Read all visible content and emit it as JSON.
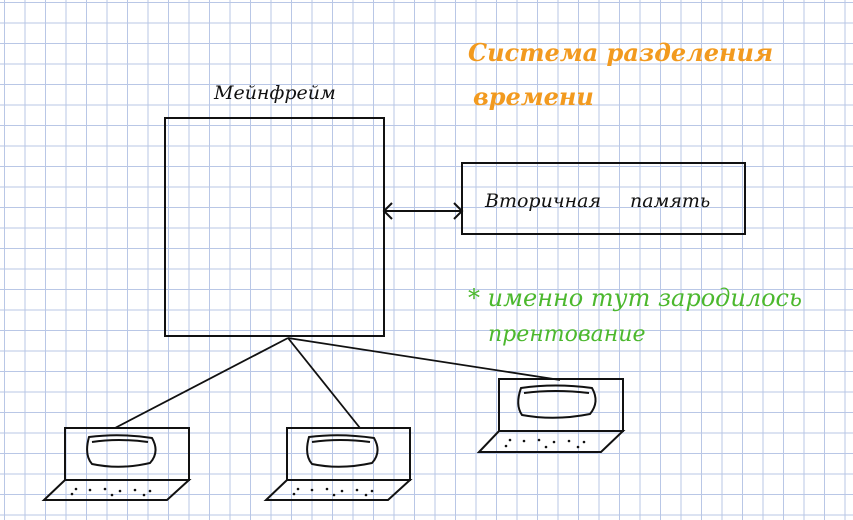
{
  "diagram": {
    "mainframe_label": "Мейнфрейм",
    "secondary_storage_label": [
      "Вторичная",
      "память"
    ],
    "title_lines": [
      "Система разделения",
      "времени"
    ],
    "note_lines": [
      "* именно тут зародилось",
      "прентование"
    ],
    "terminal_count": 3,
    "connection": "bidirectional-arrow",
    "colors": {
      "ink": "#111111",
      "title": "#f29a1f",
      "note": "#4cb82e",
      "grid": "#b9c7e6"
    }
  }
}
